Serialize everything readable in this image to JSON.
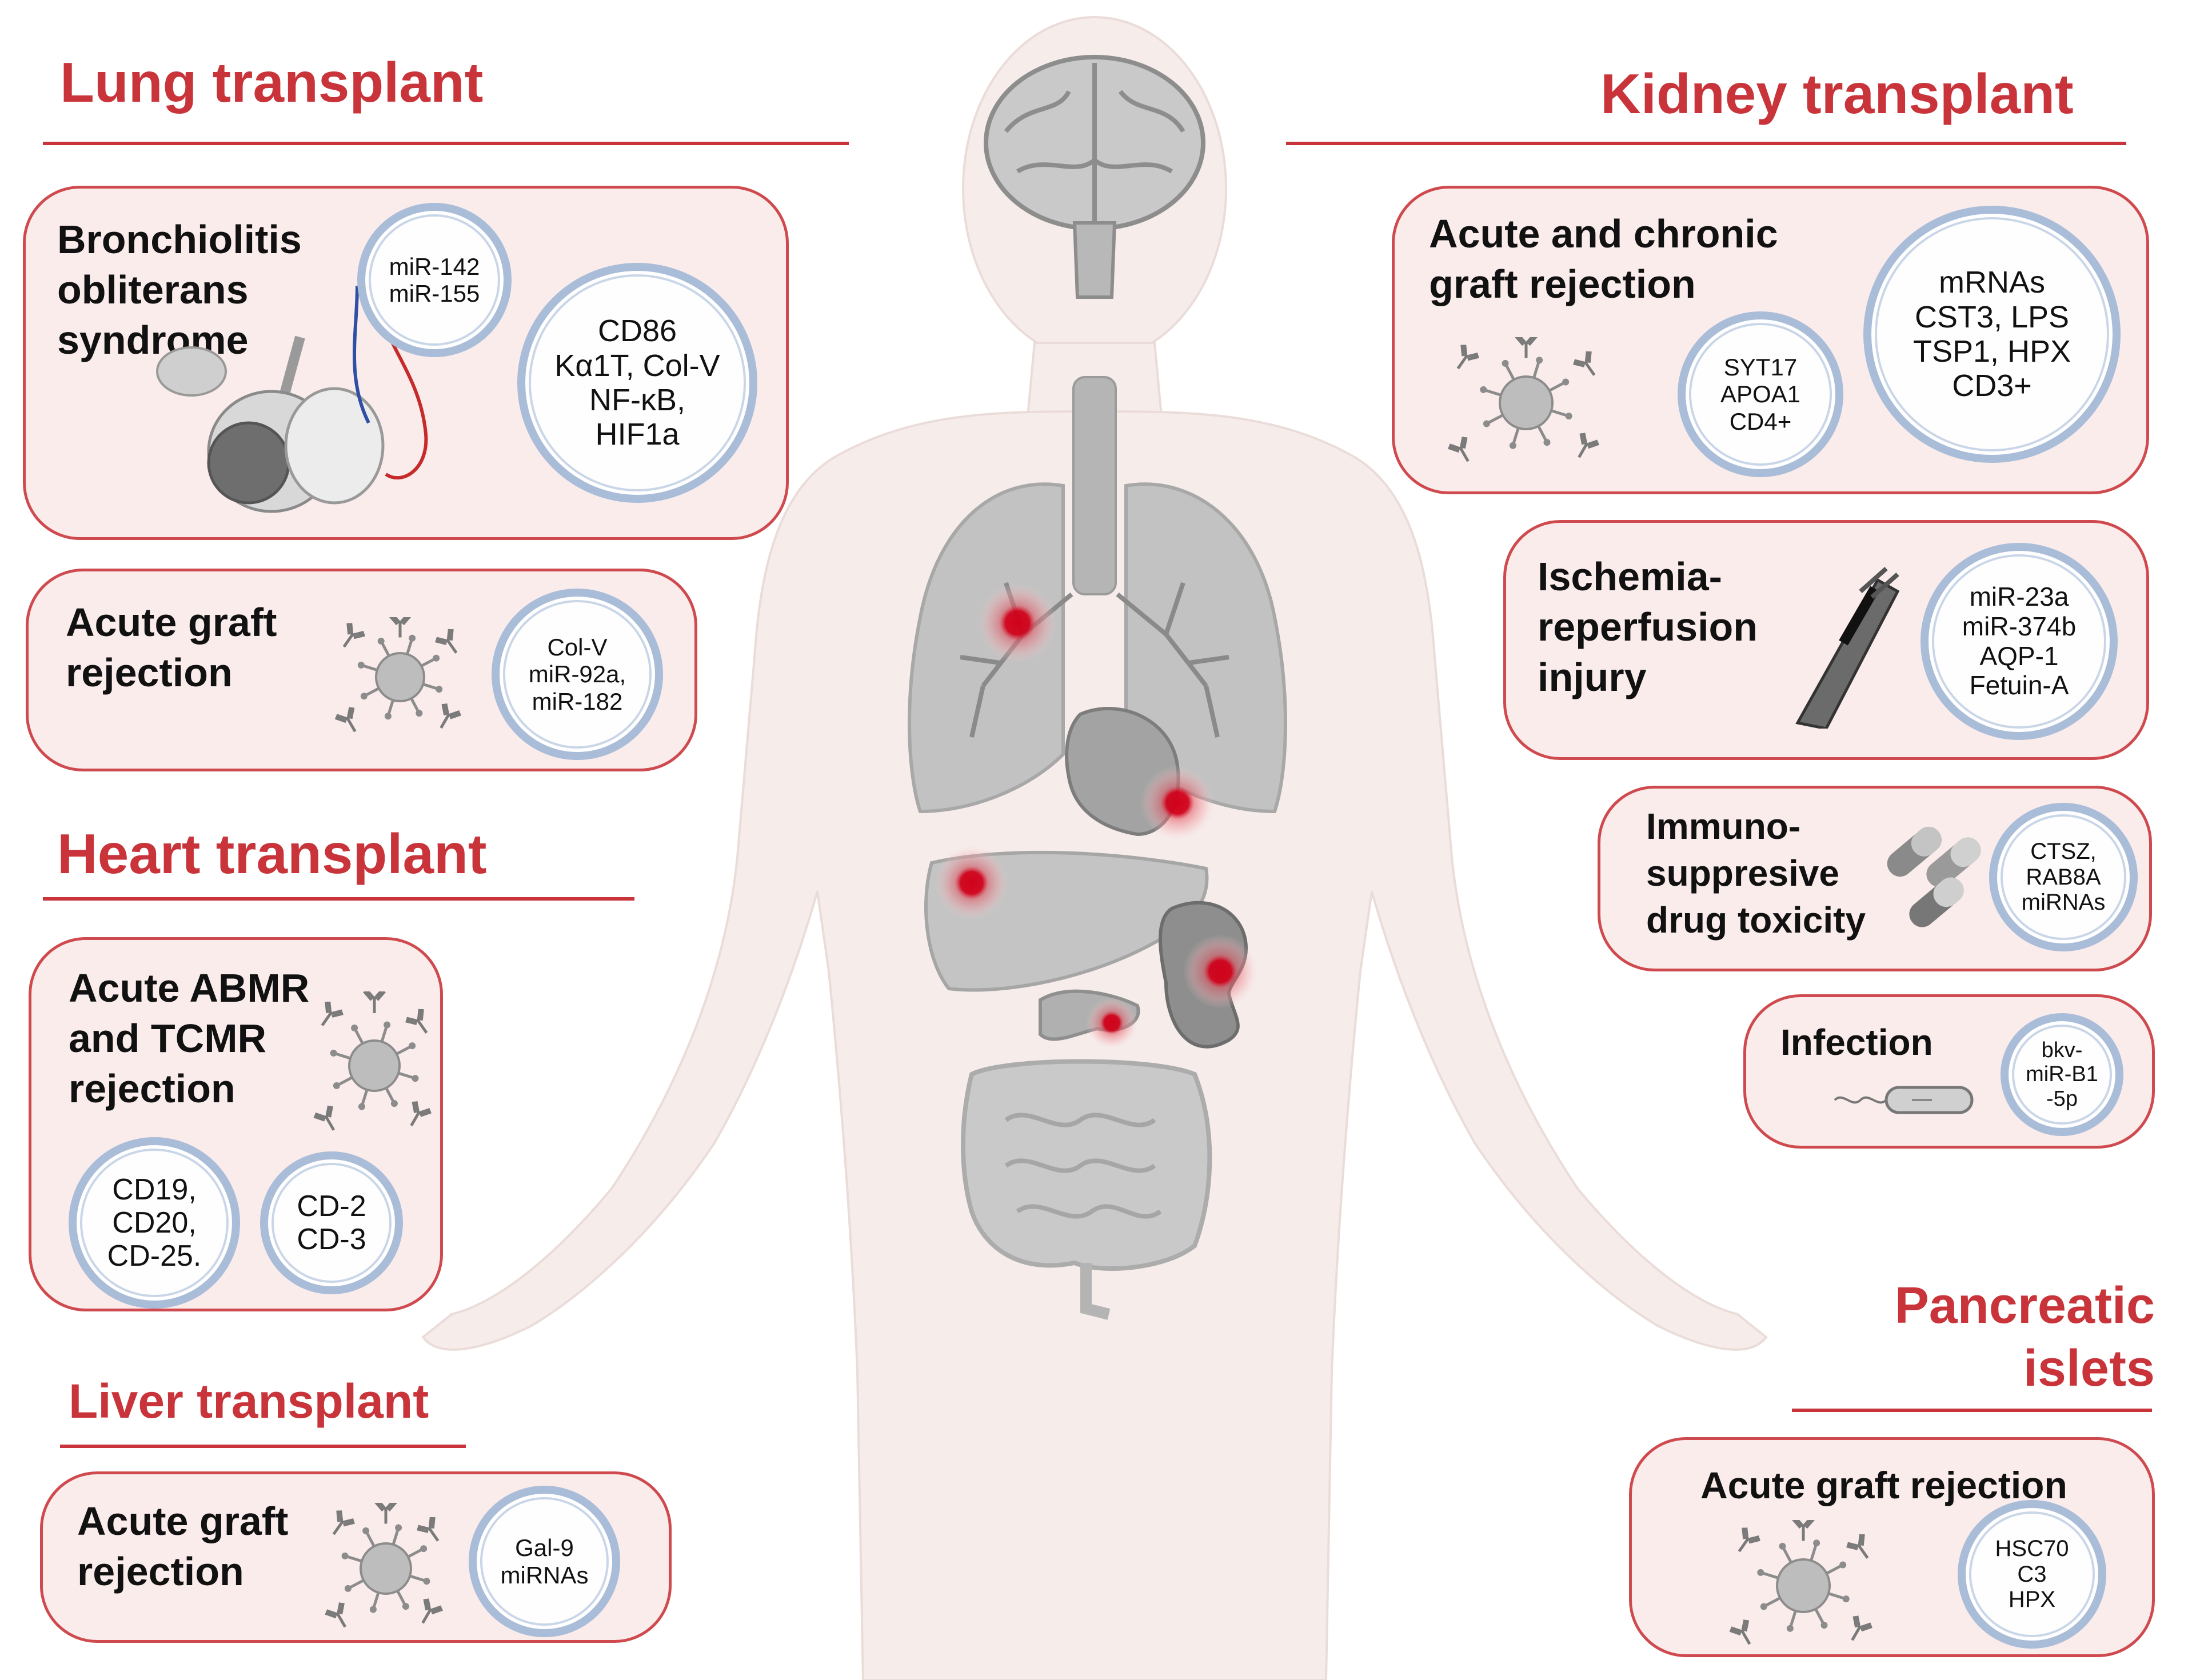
{
  "sections": {
    "lung": {
      "title": "Lung transplant",
      "boxes": [
        {
          "title_lines": [
            "Bronchiolitis",
            "obliterans",
            "syndrome"
          ],
          "markers": [
            [
              "miR-142",
              "miR-155"
            ],
            [
              "CD86",
              "Kα1T, Col-V",
              "NF-κB,",
              "HIF1a"
            ]
          ]
        },
        {
          "title_lines": [
            "Acute graft",
            "rejection"
          ],
          "markers": [
            [
              "Col-V",
              "miR-92a,",
              "miR-182"
            ]
          ]
        }
      ]
    },
    "heart": {
      "title": "Heart transplant",
      "boxes": [
        {
          "title_lines": [
            "Acute ABMR",
            "and TCMR",
            "rejection"
          ],
          "markers": [
            [
              "CD19,",
              "CD20,",
              "CD-25."
            ],
            [
              "CD-2",
              "CD-3"
            ]
          ]
        }
      ]
    },
    "liver": {
      "title": "Liver transplant",
      "boxes": [
        {
          "title_lines": [
            "Acute graft",
            "rejection"
          ],
          "markers": [
            [
              "Gal-9",
              "miRNAs"
            ]
          ]
        }
      ]
    },
    "kidney": {
      "title": "Kidney transplant",
      "boxes": [
        {
          "title_lines": [
            "Acute and chronic",
            "graft rejection"
          ],
          "markers": [
            [
              "SYT17",
              "APOA1",
              "CD4+"
            ],
            [
              "mRNAs",
              "CST3, LPS",
              "TSP1, HPX",
              "CD3+"
            ]
          ]
        },
        {
          "title_lines": [
            "Ischemia-",
            "reperfusion",
            "injury"
          ],
          "markers": [
            [
              "miR-23a",
              "miR-374b",
              "AQP-1",
              "Fetuin-A"
            ]
          ]
        },
        {
          "title_lines": [
            "Immuno-",
            "suppresive",
            "drug toxicity"
          ],
          "markers": [
            [
              "CTSZ,",
              "RAB8A",
              "miRNAs"
            ]
          ]
        },
        {
          "title_lines": [
            "Infection"
          ],
          "markers": [
            [
              "bkv-",
              "miR-B1",
              "-5p"
            ]
          ]
        }
      ]
    },
    "pancreatic": {
      "title_lines": [
        "Pancreatic",
        "islets"
      ],
      "boxes": [
        {
          "title_lines": [
            "Acute graft rejection"
          ],
          "markers": [
            [
              "HSC70",
              "C3",
              "HPX"
            ]
          ]
        }
      ]
    }
  },
  "colors": {
    "accent": "#c8343a",
    "box_fill": "#fbecec",
    "circle_ring": "#a9bcd8",
    "hotspot": "#c8102e",
    "organ_gray": "#9a9a9a"
  },
  "icons": [
    "brain-icon",
    "trachea-icon",
    "lungs-icon",
    "heart-icon",
    "liver-icon",
    "kidney-icon",
    "pancreas-icon",
    "intestine-icon",
    "exosome-icon",
    "alveoli-icon",
    "blood-vessel-icon",
    "pills-icon",
    "bacterium-icon"
  ]
}
